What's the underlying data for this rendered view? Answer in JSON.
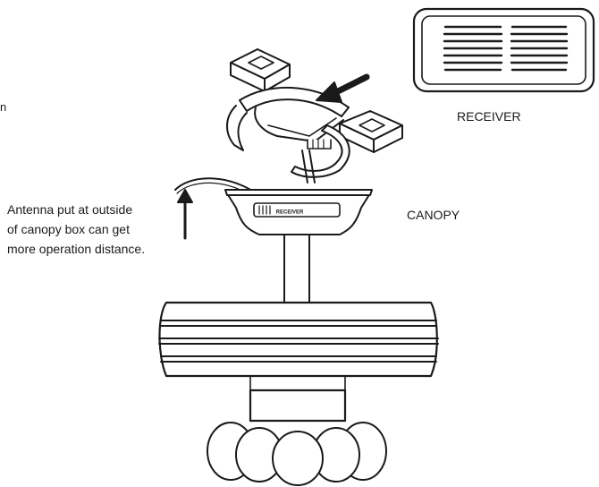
{
  "labels": {
    "receiver": "RECEIVER",
    "canopy": "CANOPY",
    "receiver_box_text": "RECEIVER",
    "margin_mark": "n"
  },
  "note": {
    "line1": "Antenna put at outside",
    "line2": "of canopy box can get",
    "line3": "more operation distance."
  },
  "colors": {
    "stroke": "#1a1a1a",
    "background": "#ffffff",
    "fill": "#ffffff"
  }
}
